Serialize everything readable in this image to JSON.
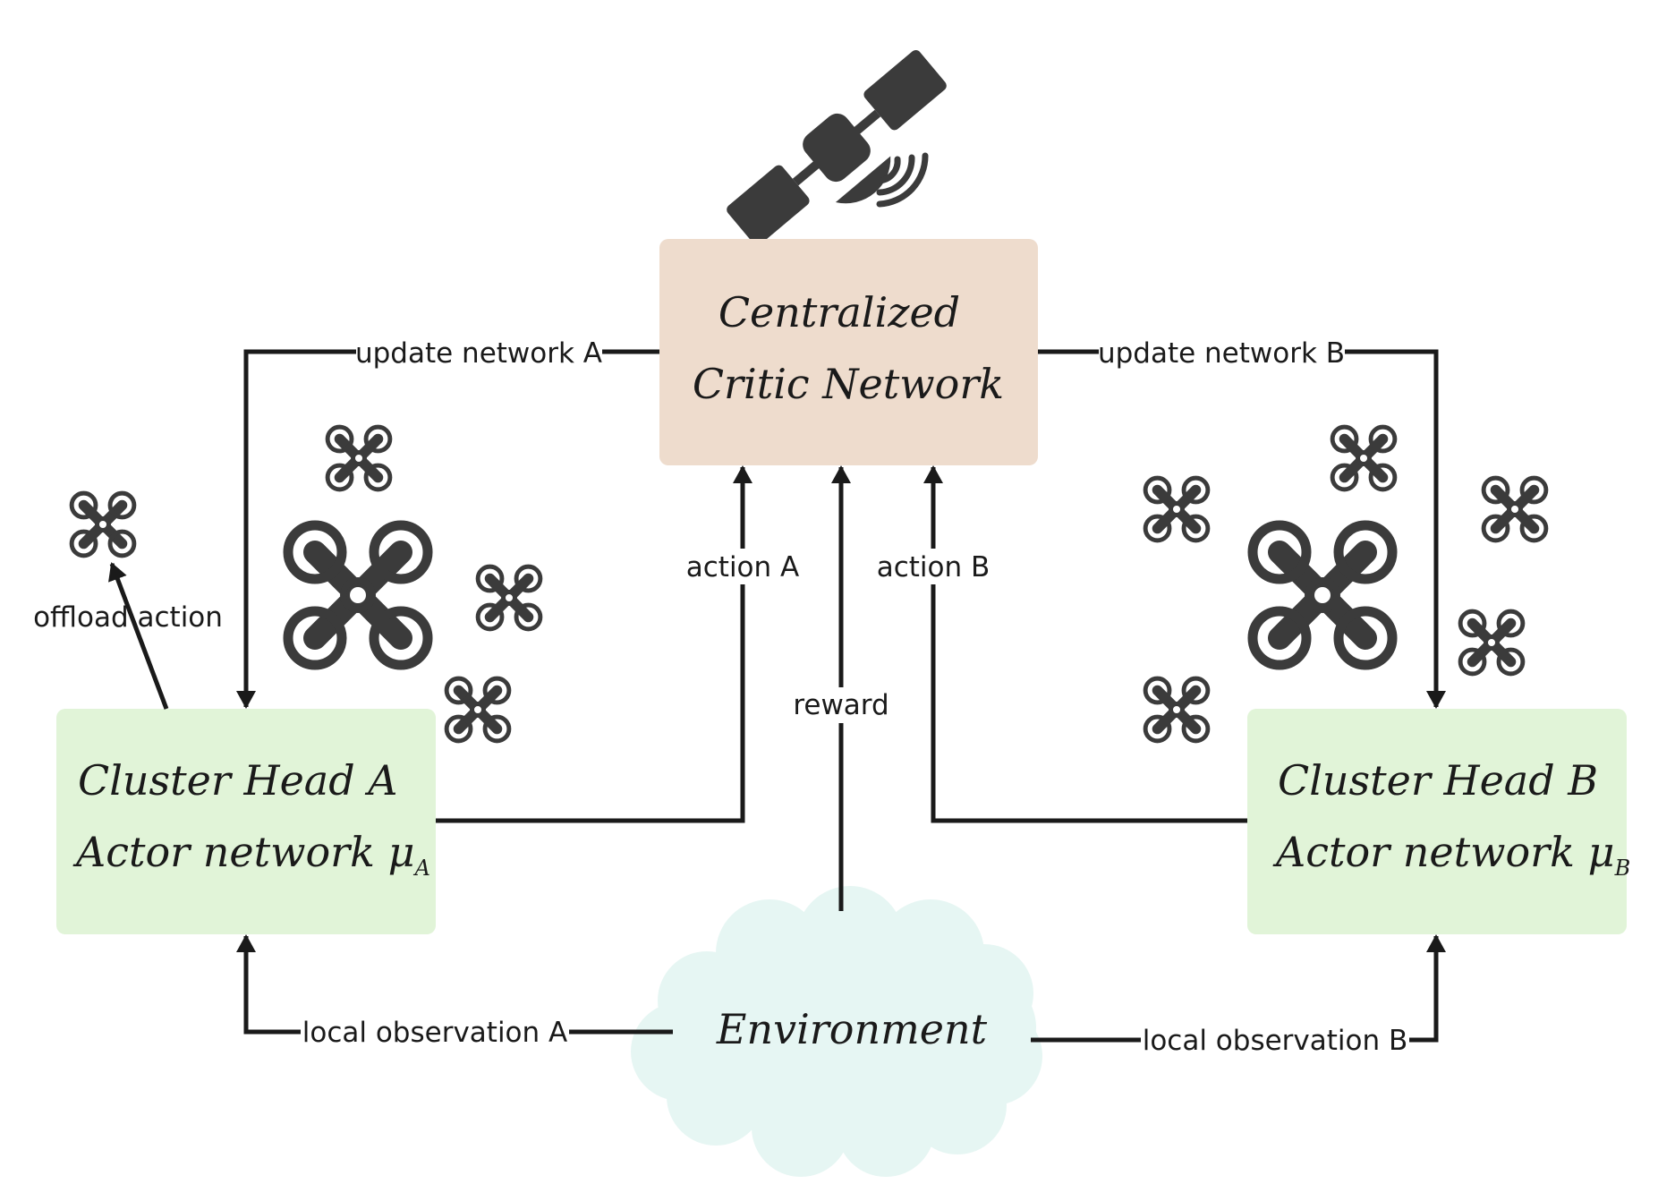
{
  "colors": {
    "critic_fill": "#eedccd",
    "cluster_fill": "#e1f4d8",
    "environment_fill": "#e6f6f3",
    "icon_color": "#3b3b3b",
    "line_color": "#1a1a1a"
  },
  "icons": {
    "satellite": "satellite-icon",
    "drone": "drone-icon"
  },
  "critic": {
    "line1": "Centralized",
    "line2": "Critic Network"
  },
  "cluster_a": {
    "line1": "Cluster Head A",
    "line2": "Actor network μ",
    "subscript": "A"
  },
  "cluster_b": {
    "line1": "Cluster Head B",
    "line2": "Actor network μ",
    "subscript": "B"
  },
  "environment": {
    "label": "Environment"
  },
  "edges": {
    "update_a": "update network A",
    "update_b": "update network B",
    "action_a": "action A",
    "action_b": "action B",
    "reward": "reward",
    "offload": "offload action",
    "obs_a": "local observation A",
    "obs_b": "local observation B"
  }
}
